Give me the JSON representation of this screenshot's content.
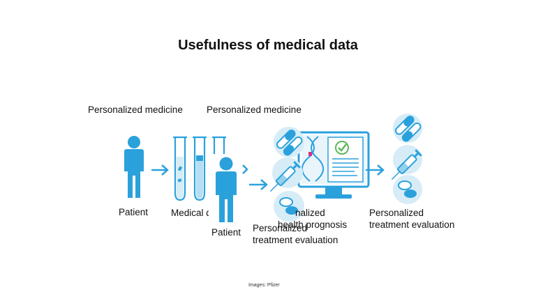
{
  "slide": {
    "title": "Usefulness of medical data",
    "header_left": "Personalized medicine",
    "header_right": "Personalized medicine",
    "label_patient_1": "Patient",
    "label_medical": "Medical d",
    "label_patient_2": "Patient",
    "label_health_line1": "nalized",
    "label_health_line2": "health prognosis",
    "label_treatment_a_line1": "Personalized",
    "label_treatment_a_line2": "treatment evaluation",
    "label_treatment_b_line1": "Personalized",
    "label_treatment_b_line2": "treatment evaluation",
    "credit": "Images: Pfizer"
  },
  "colors": {
    "accent": "#2ba1dc",
    "light": "#d6ecf7",
    "pale": "#eaf5fb",
    "check": "#5cb85c",
    "pink": "#d63384"
  },
  "icons": [
    "person-icon",
    "test-tubes-icon",
    "arrow-icon",
    "pills-icon",
    "syringe-icon",
    "monitor-icon",
    "dna-icon",
    "checkmark-icon"
  ]
}
